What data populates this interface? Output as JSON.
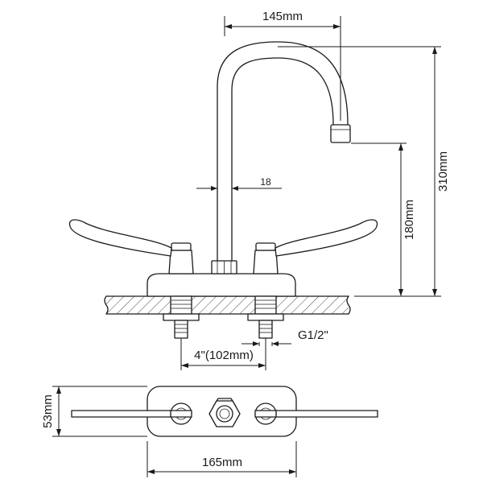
{
  "dimensions": {
    "spout_reach": "145mm",
    "spout_diameter": "18",
    "total_height": "310mm",
    "spout_height": "180mm",
    "thread": "G1/2\"",
    "center_spacing": "4\"(102mm)",
    "base_depth": "53mm",
    "base_width": "165mm"
  }
}
